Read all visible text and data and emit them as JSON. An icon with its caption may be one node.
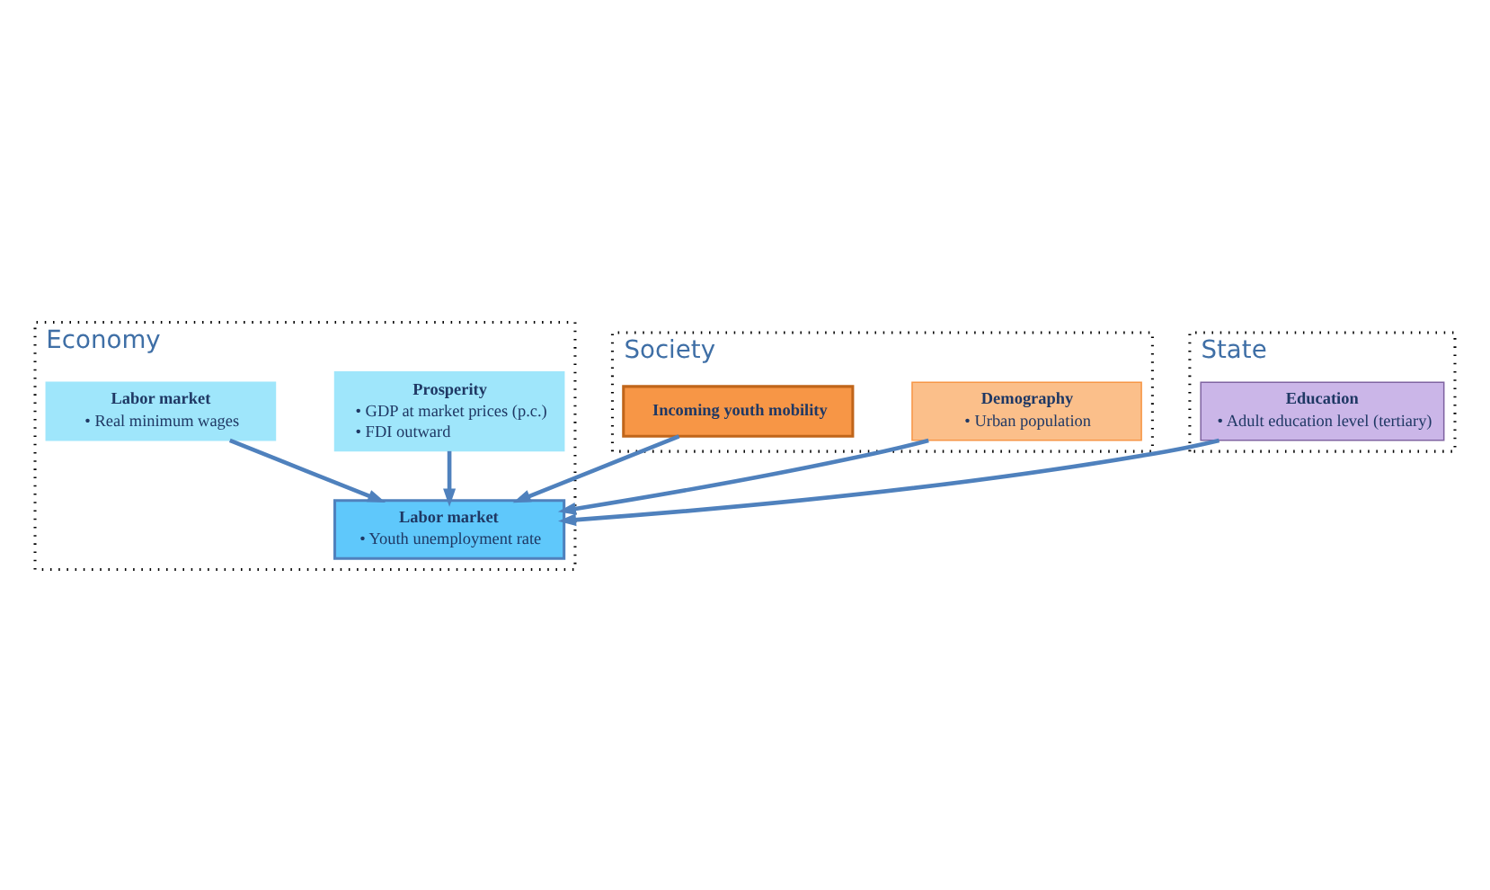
{
  "diagram": {
    "nodes": [
      {
        "text": [
          "Economy"
        ]
      },
      {
        "text": [
          "Prosperity",
          "• GDP at market prices (p.c.)",
          "• FDI outward"
        ],
        "in": 0
      },
      {
        "text": [
          "Labor market",
          "• Real minimum wages"
        ],
        "in": 0
      },
      {
        "text": [
          "Labor market",
          "• Youth unemployment rate"
        ],
        "in": 0
      },
      {
        "text": [
          "Society"
        ]
      },
      {
        "text": [
          "Demography",
          "• Urban population"
        ],
        "in": 4
      },
      {
        "text": [
          "Incoming youth mobility"
        ],
        "in": 4
      },
      {
        "text": [
          "State"
        ]
      },
      {
        "text": [
          "Education",
          "• Adult education level (tertiary)"
        ],
        "in": 7
      }
    ],
    "edges": [
      {
        "from": 1,
        "to": 3,
        "arrow": "to"
      },
      {
        "from": 2,
        "to": 3,
        "arrow": "to"
      },
      {
        "from": 5,
        "to": 3,
        "arrow": "to"
      },
      {
        "from": 6,
        "to": 3,
        "arrow": "to"
      },
      {
        "from": 8,
        "to": 3,
        "arrow": "to"
      }
    ]
  }
}
